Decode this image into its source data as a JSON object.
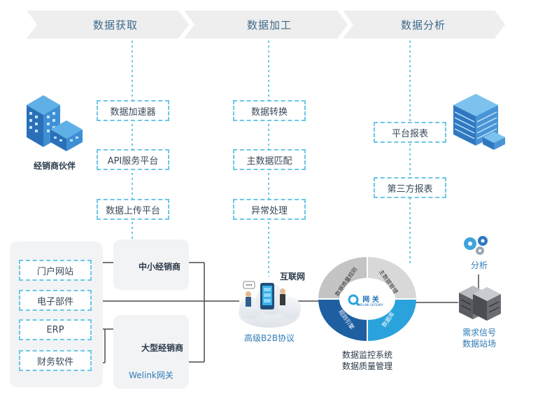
{
  "phases": [
    "数据获取",
    "数据加工",
    "数据分析"
  ],
  "acquisition": [
    "数据加速器",
    "API服务平台",
    "数据上传平台"
  ],
  "processing": [
    "数据转换",
    "主数据匹配",
    "异常处理"
  ],
  "analysis": [
    "平台报表",
    "第三方报表"
  ],
  "partner_label": "经销商伙伴",
  "sources": [
    "门户网站",
    "电子部件",
    "ERP",
    "财务软件"
  ],
  "distributors": {
    "small": "中小经销商",
    "large": "大型经销商",
    "gateway": "Welink网关"
  },
  "internet": {
    "label": "互联网",
    "protocol": "高级B2B协议"
  },
  "gateway_ring": {
    "segments": [
      "数据质量规则",
      "主数据管理",
      "规则引擎",
      "数据库"
    ],
    "center_title": "网 关",
    "center_sub": "WELINK GATEWAY"
  },
  "monitor": {
    "line1": "数据监控系统",
    "line2": "数据质量管理"
  },
  "analytics": {
    "label": "分析"
  },
  "datastation": {
    "line1": "需求信号",
    "line2": "数据站场"
  },
  "colors": {
    "accent": "#29a8e0",
    "dashed": "#6cc8e6",
    "dark": "#1f5f9a",
    "chevron": "#eeeeee"
  }
}
